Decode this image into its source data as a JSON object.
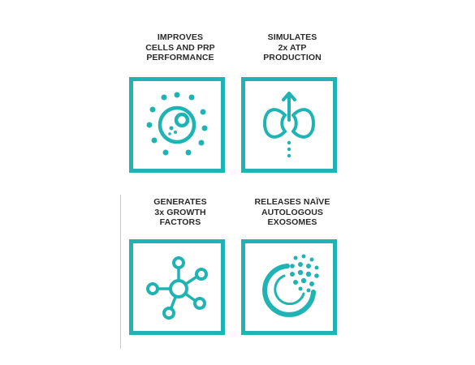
{
  "accent_color": "#1fb3b3",
  "text_color": "#2a2a2a",
  "tiles": [
    {
      "lines": [
        "IMPROVES",
        "CELLS AND PRP",
        "PERFORMANCE"
      ],
      "icon": "cell-icon"
    },
    {
      "lines": [
        "SIMULATES",
        "2x ATP",
        "PRODUCTION"
      ],
      "icon": "atp-icon"
    },
    {
      "lines": [
        "GENERATES",
        "3x GROWTH",
        "FACTORS"
      ],
      "icon": "molecule-network-icon"
    },
    {
      "lines": [
        "RELEASES NAÏVE",
        "AUTOLOGOUS",
        "EXOSOMES"
      ],
      "icon": "exosome-icon"
    }
  ]
}
